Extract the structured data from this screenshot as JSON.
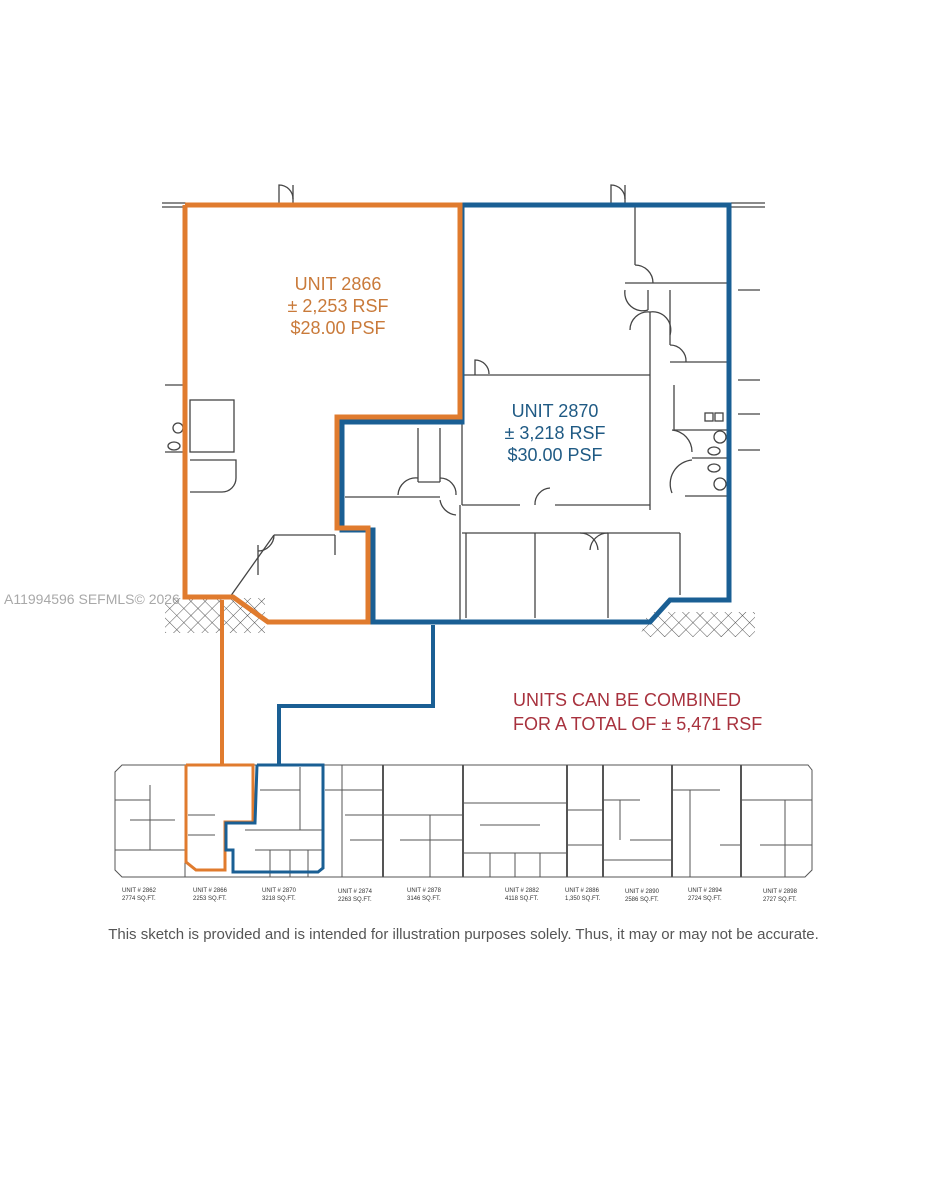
{
  "colors": {
    "unit_2866": "#e07b2e",
    "unit_2870": "#1a5f94",
    "combined_note": "#a8323e",
    "watermark": "#9a9a9a",
    "disclaimer": "#555555",
    "walls": "#444444"
  },
  "units": [
    {
      "name": "UNIT 2866",
      "area": "± 2,253 RSF",
      "rate": "$28.00 PSF"
    },
    {
      "name": "UNIT 2870",
      "area": "± 3,218 RSF",
      "rate": "$30.00 PSF"
    }
  ],
  "combined_note": {
    "line1": "UNITS CAN BE COMBINED",
    "line2": "FOR A TOTAL OF ± 5,471 RSF"
  },
  "watermark": "A11994596  SEFMLS© 2026",
  "site_plan": {
    "units": [
      {
        "unit": "UNIT # 2862",
        "sqft": "2774 SQ.FT."
      },
      {
        "unit": "UNIT # 2866",
        "sqft": "2253 SQ.FT."
      },
      {
        "unit": "UNIT # 2870",
        "sqft": "3218 SQ.FT."
      },
      {
        "unit": "UNIT # 2874",
        "sqft": "2263 SQ.FT."
      },
      {
        "unit": "UNIT # 2878",
        "sqft": "3146 SQ.FT."
      },
      {
        "unit": "UNIT # 2882",
        "sqft": "4118 SQ.FT."
      },
      {
        "unit": "UNIT # 2886",
        "sqft": "1,350 SQ.FT."
      },
      {
        "unit": "UNIT # 2890",
        "sqft": "2586 SQ.FT."
      },
      {
        "unit": "UNIT # 2894",
        "sqft": "2724 SQ.FT."
      },
      {
        "unit": "UNIT # 2898",
        "sqft": "2727 SQ.FT."
      }
    ]
  },
  "disclaimer": "This sketch is provided and is intended for illustration purposes solely. Thus, it may or may not be accurate."
}
